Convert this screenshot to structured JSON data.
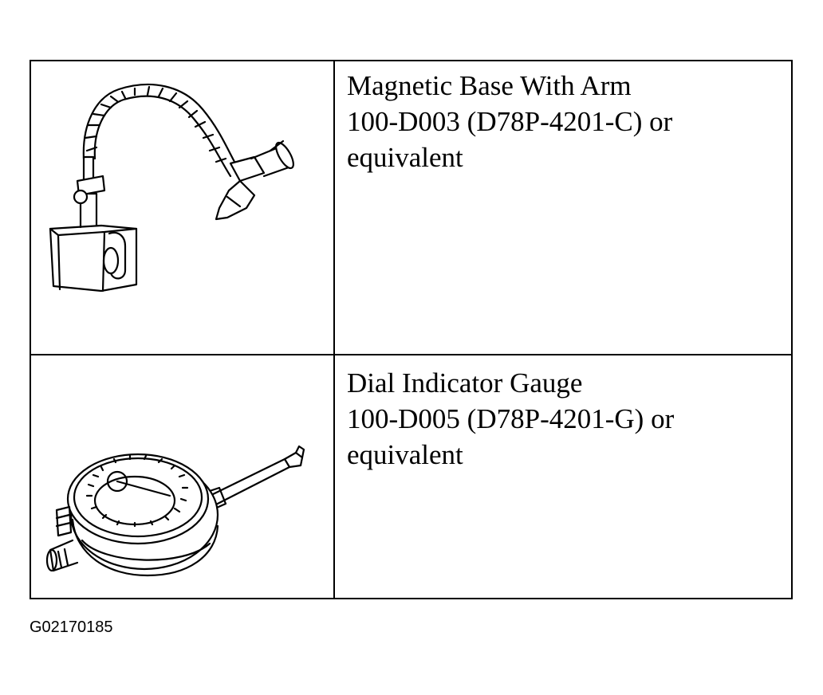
{
  "tools": [
    {
      "name": "Magnetic Base With Arm",
      "part_number": "100-D003 (D78P-4201-C) or",
      "note": "equivalent",
      "icon": "magnetic-base-icon"
    },
    {
      "name": "Dial Indicator Gauge",
      "part_number": "100-D005 (D78P-4201-G) or",
      "note": "equivalent",
      "icon": "dial-indicator-icon"
    }
  ],
  "figure_id": "G02170185"
}
